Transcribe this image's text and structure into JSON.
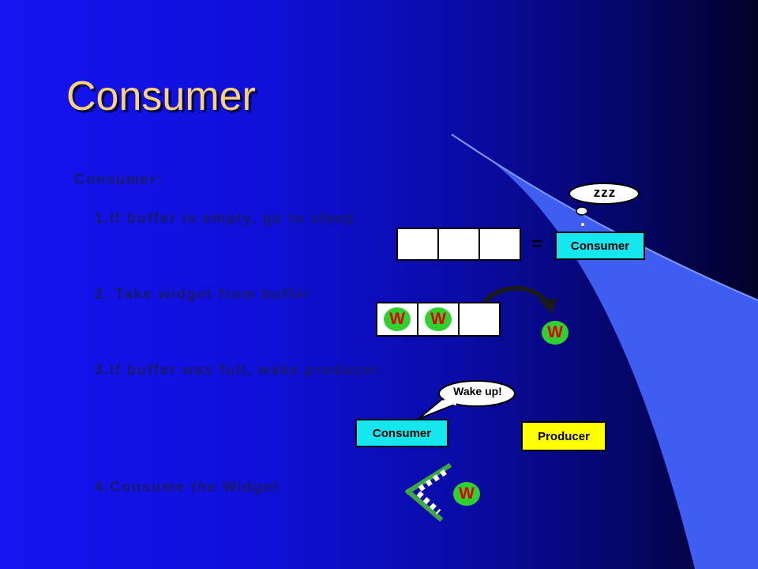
{
  "slide": {
    "title": "Consumer",
    "heading": "Consumer:",
    "steps": [
      "1.If buffer is empty, go to sleep",
      "2. Take widget from buffer",
      "3.If buffer was full, wake producer",
      "4.Consume the Widget"
    ]
  },
  "diagram": {
    "sleep_bubble": "zzz",
    "equals_sign": "=",
    "consumer_label": "Consumer",
    "producer_label": "Producer",
    "wake_bubble": "Wake up!",
    "widget_letter": "W"
  },
  "colors": {
    "title": "#fbd27a",
    "step_text": "#1a1a66",
    "consumer_box": "#16e6ee",
    "producer_box": "#ffff00",
    "widget": "#2ed12e",
    "widget_letter": "#e00000"
  }
}
